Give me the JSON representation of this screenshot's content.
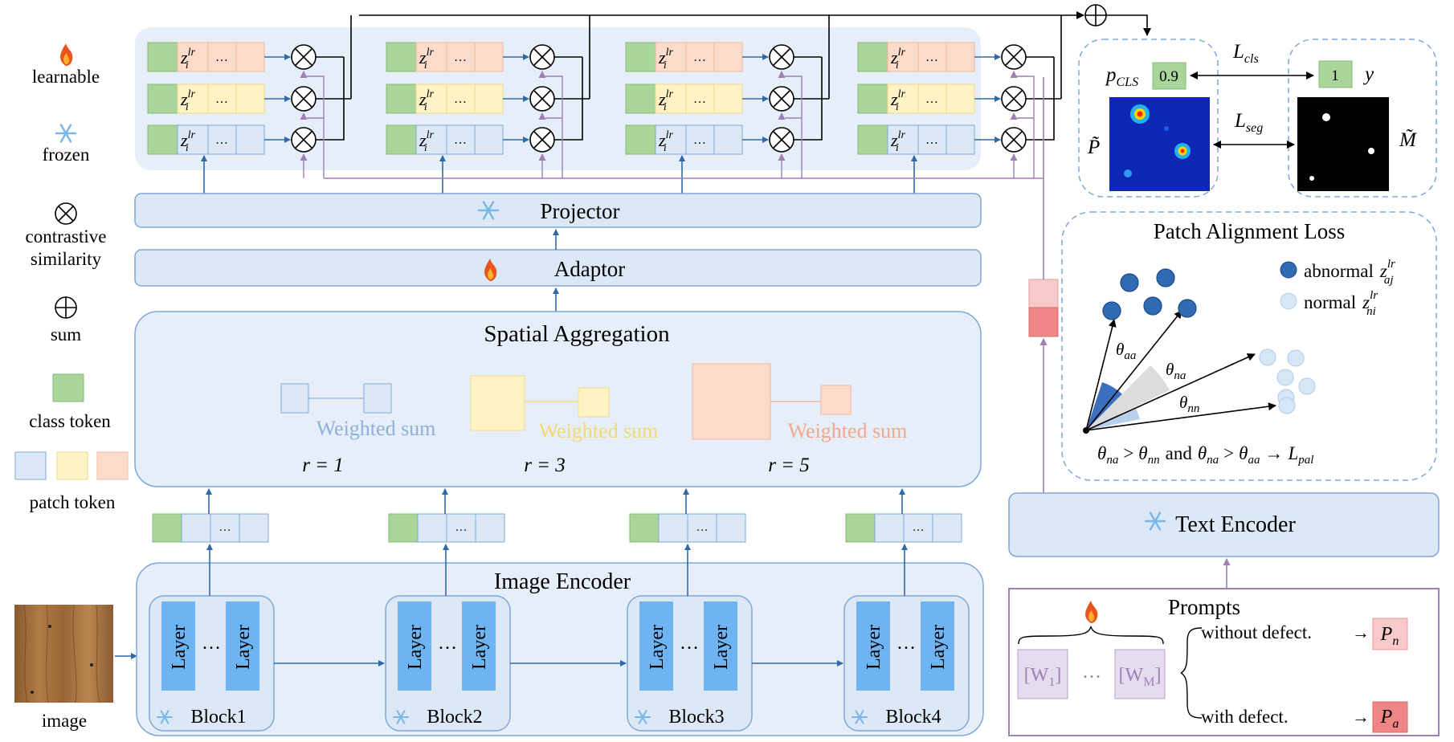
{
  "legend": {
    "learnable": "learnable",
    "frozen": "frozen",
    "contrastive": "contrastive",
    "similarity": "similarity",
    "sum": "sum",
    "class_token": "class token",
    "patch_token": "patch token",
    "image": "image"
  },
  "modules": {
    "projector": "Projector",
    "adaptor": "Adaptor",
    "spatial_aggregation": "Spatial Aggregation",
    "image_encoder": "Image Encoder",
    "text_encoder": "Text Encoder",
    "prompts": "Prompts",
    "patch_alignment_loss": "Patch Alignment Loss"
  },
  "aggregation": {
    "weighted_sum": "Weighted sum",
    "r1": "r = 1",
    "r3": "r = 3",
    "r5": "r = 5"
  },
  "blocks": [
    "Block1",
    "Block2",
    "Block3",
    "Block4"
  ],
  "layer_label": "Layer",
  "ellipsis": "...",
  "hellip": "…",
  "token_text": "z",
  "token_sub": "i",
  "token_sup": "lr",
  "outputs": {
    "p_cls_label": "p",
    "p_cls_sub": "CLS",
    "p_cls_value": "0.9",
    "y_value": "1",
    "y_label": "y",
    "l_cls": "L",
    "l_cls_sub": "cls",
    "l_seg": "L",
    "l_seg_sub": "seg",
    "p_tilde": "P̃",
    "m_tilde": "M̃"
  },
  "pal": {
    "abnormal": "abnormal",
    "normal": "normal",
    "z": "z",
    "sup": "lr",
    "sub_a": "aj",
    "sub_n": "ni",
    "theta_aa": "θ",
    "aa": "aa",
    "na": "na",
    "nn": "nn",
    "formula_gt": ">",
    "formula_and": "and",
    "formula_arrow": "→",
    "L": "L",
    "pal_sub": "pal"
  },
  "prompts": {
    "w1": "[W",
    "w1_sub": "1",
    "wm": "[W",
    "wm_sub": "M",
    "close": "]",
    "without": "without defect.",
    "with": "with defect.",
    "arrow": "→",
    "pn": "P",
    "pn_sub": "n",
    "pa": "P",
    "pa_sub": "a"
  },
  "colors": {
    "blue_fill": "#dde8f6",
    "blue_stroke": "#7fa7d6",
    "green": "#a9d49a",
    "yellow": "#fff2c4",
    "orange": "#fbdccb",
    "purple": "#9e7fb6",
    "arrow_blue": "#2f6aa8",
    "block_blue": "#6fb4f2"
  }
}
